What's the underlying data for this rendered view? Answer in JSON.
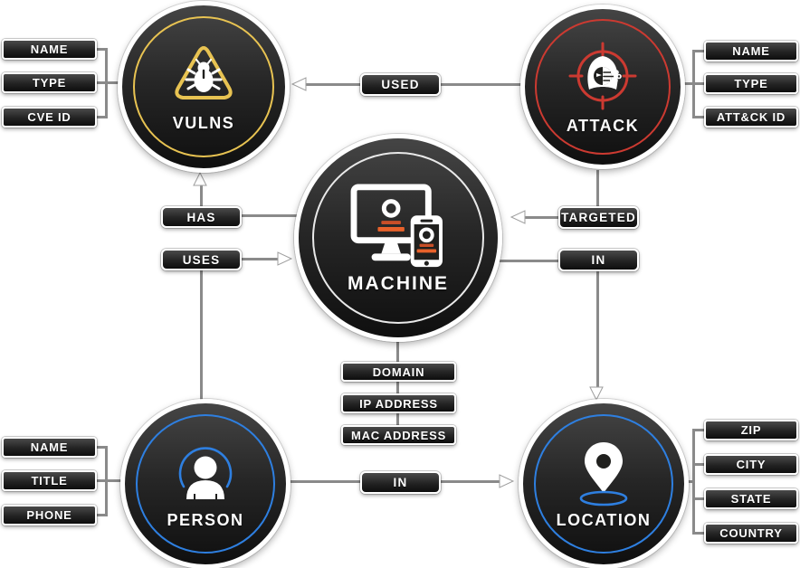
{
  "diagram": {
    "kind": "graph-data-model",
    "nodes": [
      {
        "id": "vulns",
        "label": "VULNS",
        "icon": "bug-warning-icon",
        "ring_color": "#e8c352",
        "attributes": [
          "NAME",
          "TYPE",
          "CVE ID"
        ],
        "attributes_side": "left"
      },
      {
        "id": "attack",
        "label": "ATTACK",
        "icon": "hacker-crosshair-icon",
        "ring_color": "#cc3a31",
        "attributes": [
          "NAME",
          "TYPE",
          "ATT&CK ID"
        ],
        "attributes_side": "right"
      },
      {
        "id": "machine",
        "label": "MACHINE",
        "icon": "computer-phone-icon",
        "ring_color": "#e9e9e9",
        "attributes": [
          "DOMAIN",
          "IP ADDRESS",
          "MAC ADDRESS"
        ],
        "attributes_side": "bottom"
      },
      {
        "id": "person",
        "label": "PERSON",
        "icon": "person-icon",
        "ring_color": "#2e7fe0",
        "attributes": [
          "NAME",
          "TITLE",
          "PHONE"
        ],
        "attributes_side": "left"
      },
      {
        "id": "location",
        "label": "LOCATION",
        "icon": "map-pin-icon",
        "ring_color": "#2e7fe0",
        "attributes": [
          "ZIP",
          "CITY",
          "STATE",
          "COUNTRY"
        ],
        "attributes_side": "right"
      }
    ],
    "edges": [
      {
        "label": "USED",
        "from": "ATTACK",
        "to": "VULNS"
      },
      {
        "label": "HAS",
        "from": "MACHINE",
        "to": "VULNS"
      },
      {
        "label": "USES",
        "from": "PERSON",
        "to": "MACHINE"
      },
      {
        "label": "TARGETED",
        "from": "ATTACK",
        "to": "MACHINE"
      },
      {
        "label": "IN",
        "from": "MACHINE",
        "to": "LOCATION"
      },
      {
        "label": "IN",
        "from": "PERSON",
        "to": "LOCATION"
      }
    ],
    "colors": {
      "background": "#ffffff",
      "node_fill_top": "#454545",
      "node_fill_bottom": "#0f0f0f",
      "node_border": "#ffffff",
      "line": "#8a8a8a",
      "label_text": "#ffffff",
      "vulns_ring": "#e8c352",
      "attack_ring": "#cc3a31",
      "machine_ring": "#e9e9e9",
      "person_ring": "#2e7fe0",
      "location_ring": "#2e7fe0",
      "machine_accent_orange": "#e8622b",
      "machine_accent_dark_orange": "#c94f28"
    }
  }
}
